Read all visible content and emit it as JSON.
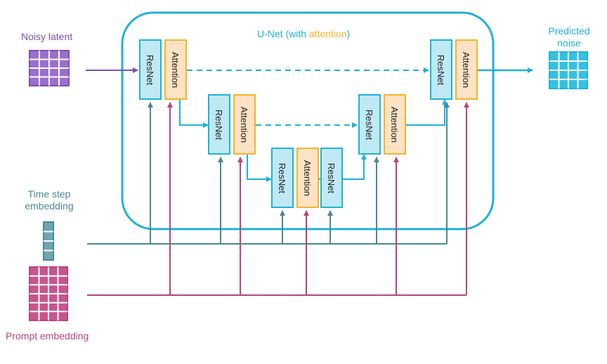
{
  "labels": {
    "noisy_latent": "Noisy latent",
    "predicted_noise_line1": "Predicted",
    "predicted_noise_line2": "noise",
    "time_step_line1": "Time step",
    "time_step_line2": "embedding",
    "prompt_embedding": "Prompt embedding"
  },
  "unet": {
    "title_prefix": "U-Net (with ",
    "title_highlight": "attention",
    "title_suffix": ")"
  },
  "blocks": {
    "resnet": "ResNet",
    "attention": "Attention"
  },
  "colors": {
    "unet": "#1fb2d8",
    "attention": "#f3b52a",
    "time_step": "#4a8896",
    "prompt": "#b5467a",
    "noisy": "#7e4fb3",
    "predicted": "#1fb2d8"
  }
}
